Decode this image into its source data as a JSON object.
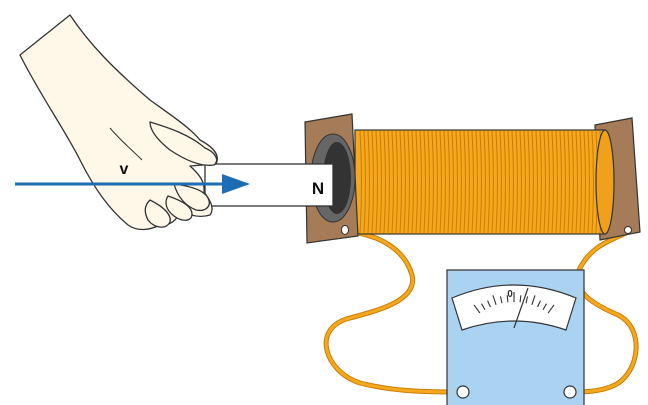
{
  "labels": {
    "velocity": "v",
    "magnet_pole": "N",
    "meter_zero": "0"
  },
  "colors": {
    "coil_wire": "#f5a81c",
    "coil_wire_dark": "#c97d08",
    "spool_wood": "#a57c57",
    "spool_wood_dark": "#7b5636",
    "meter_body": "#a9d3f1",
    "meter_face": "#ffffff",
    "arrow": "#1d6db3",
    "magnet_fill": "#ffffff",
    "skin_outline": "#333333"
  },
  "meter": {
    "needle_reading": 0.35
  }
}
